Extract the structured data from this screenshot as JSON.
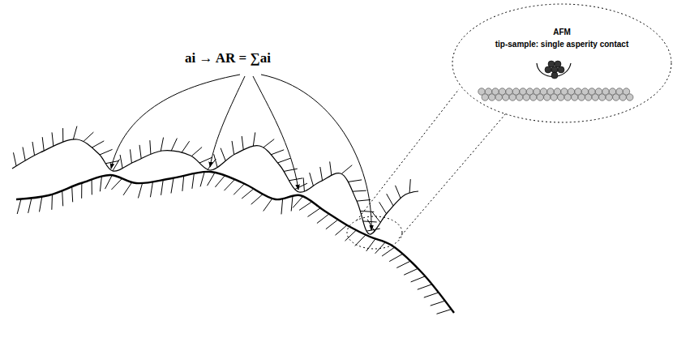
{
  "diagram": {
    "nodes": [
      {
        "text": [
          "AFM",
          "tip-sample: single asperity contact"
        ]
      }
    ],
    "labels": [
      "ai → AR = ∑ai"
    ]
  }
}
